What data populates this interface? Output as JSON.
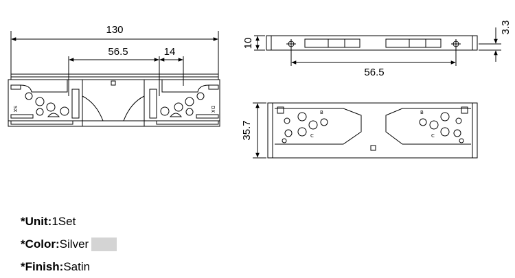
{
  "dimensions": {
    "front_width": "130",
    "front_hole_spacing": "56.5",
    "front_slot_width": "14",
    "top_height": "10",
    "top_offset": "3.3",
    "top_hole_spacing": "56.5",
    "back_height": "35.7"
  },
  "part_marks": {
    "front_left_mark": "SX",
    "front_right_mark": "DX",
    "back_left_b": "B",
    "back_left_c": "C",
    "back_right_b": "B",
    "back_right_c": "C"
  },
  "specs": [
    {
      "key": "*Unit:",
      "value": "1Set"
    },
    {
      "key": "*Color:",
      "value": "Silver"
    },
    {
      "key": "*Finish:",
      "value": " Satin"
    }
  ],
  "colors": {
    "line": "#000000",
    "swatch_silver": "#d4d4d4"
  }
}
